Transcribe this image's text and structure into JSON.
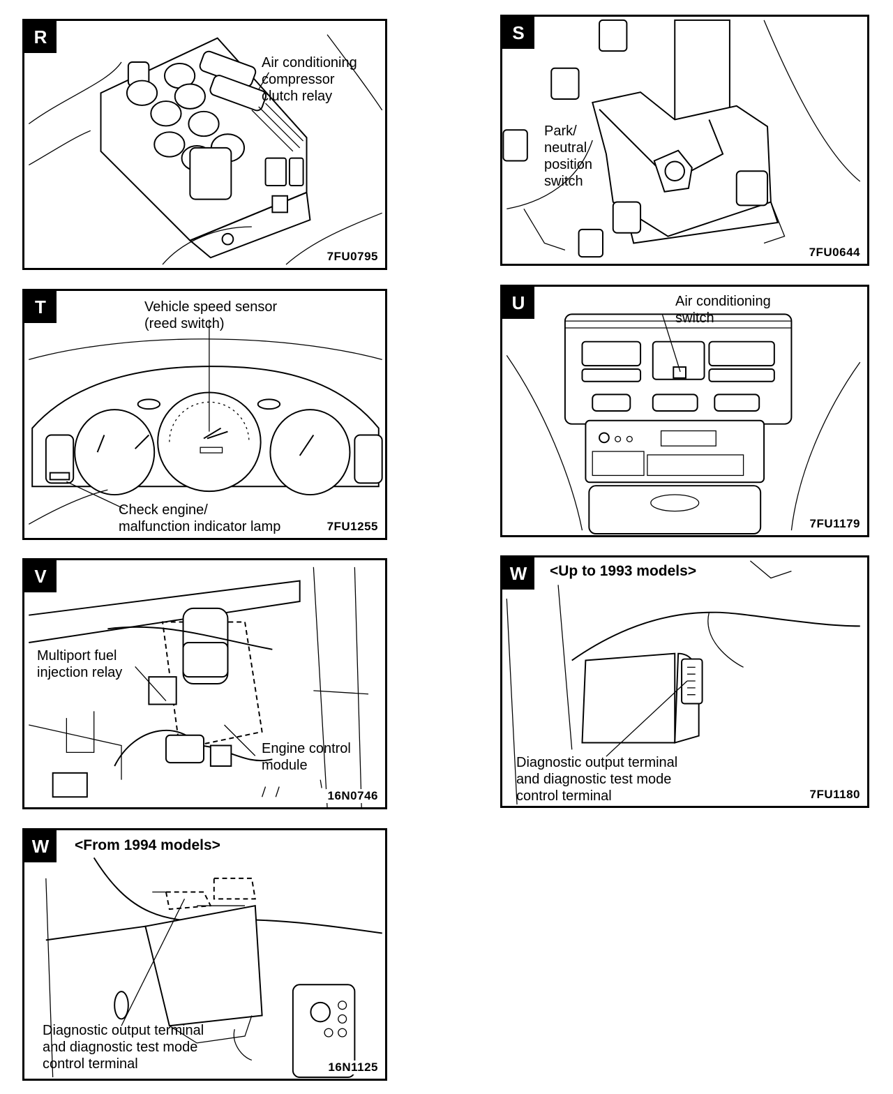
{
  "panels": {
    "R": {
      "letter": "R",
      "code": "7FU0795",
      "labels": {
        "relay": [
          "Air conditioning",
          "compressor",
          "clutch relay"
        ]
      }
    },
    "S": {
      "letter": "S",
      "code": "7FU0644",
      "labels": {
        "switch": [
          "Park/",
          "neutral",
          "position",
          "switch"
        ]
      }
    },
    "T": {
      "letter": "T",
      "code": "7FU1255",
      "labels": {
        "sensor": [
          "Vehicle speed sensor",
          "(reed switch)"
        ],
        "lamp": [
          "Check engine/",
          "malfunction indicator lamp"
        ]
      }
    },
    "U": {
      "letter": "U",
      "code": "7FU1179",
      "labels": {
        "ac_switch": [
          "Air conditioning",
          "switch"
        ]
      }
    },
    "V": {
      "letter": "V",
      "code": "16N0746",
      "labels": {
        "relay": [
          "Multiport fuel",
          "injection relay"
        ],
        "ecm": [
          "Engine control",
          "module"
        ]
      }
    },
    "W1": {
      "letter": "W",
      "code": "7FU1180",
      "header": "<Up to 1993 models>",
      "labels": {
        "terminal": [
          "Diagnostic output terminal",
          "and diagnostic test mode",
          "control terminal"
        ]
      }
    },
    "W2": {
      "letter": "W",
      "code": "16N1125",
      "header": "<From 1994 models>",
      "labels": {
        "terminal": [
          "Diagnostic output terminal",
          "and diagnostic test mode",
          "control terminal"
        ]
      }
    }
  }
}
